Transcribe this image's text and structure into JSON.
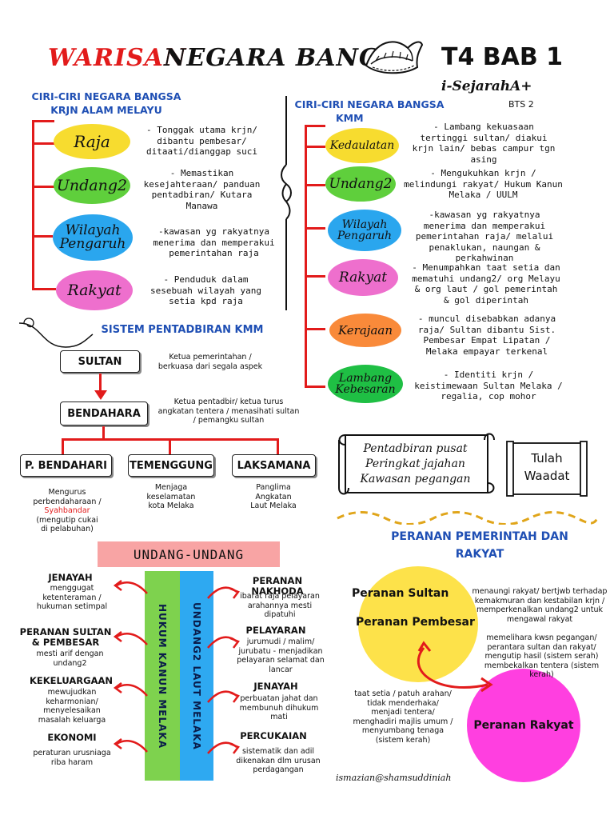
{
  "header": {
    "title_red": "WARISAN",
    "title_black": "NEGARA BANGSA",
    "tag": "T4 BAB 1",
    "brand": "i-SejarahA+",
    "bts": "BTS 2"
  },
  "left": {
    "heading_1": "CIRI-CIRI NEGARA BANGSA",
    "heading_2": "KRJN ALAM MELAYU",
    "items": [
      {
        "label": "Raja",
        "color": "#f7dc2f",
        "desc_1": "- Tonggak utama krjn/",
        "desc_2": "dibantu pembesar/",
        "desc_3": "ditaati/dianggap suci"
      },
      {
        "label": "Undang2",
        "color": "#5fcf3c",
        "desc_1": "- Memastikan",
        "desc_2": "kesejahteraan/ panduan",
        "desc_3": "pentadbiran/ Kutara",
        "desc_4": "Manawa"
      },
      {
        "label_1": "Wilayah",
        "label_2": "Pengaruh",
        "color": "#2aa6ee",
        "desc_1": "-kawasan yg rakyatnya",
        "desc_2": "menerima dan memperakui",
        "desc_3": "pemerintahan raja"
      },
      {
        "label": "Rakyat",
        "color": "#ee6fcd",
        "desc_1": "- Penduduk dalam",
        "desc_2": "sesebuah wilayah yang",
        "desc_3": "setia kpd raja"
      }
    ]
  },
  "right": {
    "heading_1": "CIRI-CIRI NEGARA BANGSA",
    "heading_2": "KMM",
    "items": [
      {
        "label": "Kedaulatan",
        "color": "#f7dc2f",
        "desc_1": "- Lambang kekuasaan",
        "desc_2": "tertinggi sultan/ diakui",
        "desc_3": "krjn lain/ bebas campur tgn",
        "desc_4": "asing"
      },
      {
        "label": "Undang2",
        "color": "#5fcf3c",
        "desc_1": "- Mengukuhkan krjn /",
        "desc_2": "melindungi rakyat/ Hukum Kanun",
        "desc_3": "Melaka / UULM"
      },
      {
        "label_1": "Wilayah",
        "label_2": "Pengaruh",
        "color": "#2aa6ee",
        "desc_1": "-kawasan yg rakyatnya",
        "desc_2": "menerima dan memperakui",
        "desc_3": "pemerintahan raja/ melalui",
        "desc_4": "penaklukan, naungan &",
        "desc_5": "perkahwinan"
      },
      {
        "label": "Rakyat",
        "color": "#ee6fcd",
        "desc_1": "- Menumpahkan taat setia dan",
        "desc_2": "mematuhi undang2/ org Melayu",
        "desc_3": "& org laut / gol pemerintah",
        "desc_4": "& gol diperintah"
      },
      {
        "label": "Kerajaan",
        "color": "#f98a3a",
        "desc_1": "- muncul disebabkan adanya",
        "desc_2": "raja/ Sultan dibantu Sist.",
        "desc_3": "Pembesar Empat Lipatan /",
        "desc_4": "Melaka empayar terkenal"
      },
      {
        "label_1": "Lambang",
        "label_2": "Kebesaran",
        "color": "#1fbf44",
        "desc_1": "- Identiti krjn /",
        "desc_2": "keistimewaan Sultan Melaka /",
        "desc_3": "regalia, cop mohor"
      }
    ]
  },
  "sistem": {
    "heading": "SISTEM PENTADBIRAN KMM",
    "sultan": "SULTAN",
    "sultan_desc_1": "Ketua pemerintahan /",
    "sultan_desc_2": "berkuasa dari segala aspek",
    "bendahara": "BENDAHARA",
    "bendahara_desc_1": "Ketua pentadbir/ ketua turus",
    "bendahara_desc_2": "angkatan tentera / menasihati sultan",
    "bendahara_desc_3": "/ pemangku sultan",
    "p_bendahari": "P. BENDAHARI",
    "p_bendahari_desc_1": "Mengurus",
    "p_bendahari_desc_2": "perbendaharaan /",
    "p_bendahari_desc_3": "Syahbandar",
    "p_bendahari_desc_4": "(mengutip cukai",
    "p_bendahari_desc_5": "di pelabuhan)",
    "temenggung": "TEMENGGUNG",
    "temenggung_desc_1": "Menjaga",
    "temenggung_desc_2": "keselamatan",
    "temenggung_desc_3": "kota Melaka",
    "laksamana": "LAKSAMANA",
    "laksamana_desc_1": "Panglima",
    "laksamana_desc_2": "Angkatan",
    "laksamana_desc_3": "Laut Melaka"
  },
  "scroll": {
    "line_1": "Pentadbiran pusat",
    "line_2": "Peringkat jajahan",
    "line_3": "Kawasan pegangan",
    "tulah": "Tulah",
    "waadat": "Waadat"
  },
  "undang": {
    "heading": "UNDANG-UNDANG",
    "bar_left": "HUKUM KANUN MELAKA",
    "bar_right": "UNDANG2 LAUT MELAKA",
    "left_items": [
      {
        "title": "JENAYAH",
        "d1": "menggugat",
        "d2": "ketenteraman /",
        "d3": "hukuman setimpal"
      },
      {
        "title_1": "PERANAN SULTAN",
        "title_2": "& PEMBESAR",
        "d1": "mesti arif dengan",
        "d2": "undang2"
      },
      {
        "title": "KEKELUARGAAN",
        "d1": "mewujudkan",
        "d2": "keharmonian/",
        "d3": "menyelesaikan",
        "d4": "masalah keluarga"
      },
      {
        "title": "EKONOMI",
        "d1": "peraturan urusniaga",
        "d2": "riba haram"
      }
    ],
    "right_items": [
      {
        "title": "PERANAN NAKHODA",
        "d1": "ibarat raja pelayaran",
        "d2": "arahannya mesti",
        "d3": "dipatuhi"
      },
      {
        "title": "PELAYARAN",
        "d1": "jurumudi / malim/",
        "d2": "jurubatu - menjadikan",
        "d3": "pelayaran selamat dan",
        "d4": "lancar"
      },
      {
        "title": "JENAYAH",
        "d1": "perbuatan jahat dan",
        "d2": "membunuh dihukum",
        "d3": "mati"
      },
      {
        "title": "PERCUKAIAN",
        "d1": "sistematik dan adil",
        "d2": "dikenakan dlm urusan",
        "d3": "perdagangan"
      }
    ]
  },
  "peranan": {
    "heading_1": "PERANAN PEMERINTAH DAN",
    "heading_2": "RAKYAT",
    "sultan": "Peranan Sultan",
    "sultan_d1": "menaungi rakyat/ bertjwb terhadap",
    "sultan_d2": "kemakmuran dan kestabilan krjn /",
    "sultan_d3": "memperkenalkan undang2 untuk",
    "sultan_d4": "mengawal rakyat",
    "pembesar": "Peranan Pembesar",
    "pembesar_d1": "memelihara kwsn pegangan/",
    "pembesar_d2": "perantara sultan dan rakyat/",
    "pembesar_d3": "mengutip hasil (sistem serah)",
    "pembesar_d4": "membekalkan tentera (sistem",
    "pembesar_d5": "kerah)",
    "rakyat": "Peranan Rakyat",
    "rakyat_d1": "taat setia / patuh arahan/",
    "rakyat_d2": "tidak menderhaka/",
    "rakyat_d3": "menjadi tentera/",
    "rakyat_d4": "menghadiri majlis umum /",
    "rakyat_d5": "menyumbang tenaga",
    "rakyat_d6": "(sistem kerah)"
  },
  "footer": {
    "credit": "ismazian@shamsuddiniah"
  }
}
